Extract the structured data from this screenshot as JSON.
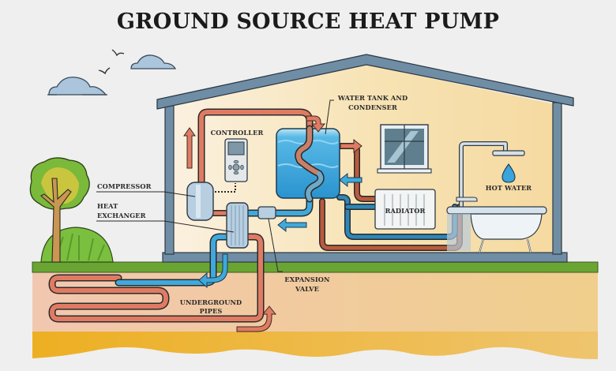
{
  "title": "GROUND SOURCE HEAT PUMP",
  "labels": {
    "water_tank_line1": "WATER TANK AND",
    "water_tank_line2": "CONDENSER",
    "controller": "CONTROLLER",
    "compressor": "COMPRESSOR",
    "heat_exchanger_line1": "HEAT",
    "heat_exchanger_line2": "EXCHANGER",
    "radiator": "RADIATOR",
    "hot_water": "HOT WATER",
    "expansion_valve_line1": "EXPANSION",
    "expansion_valve_line2": "VALVE",
    "underground_pipes_line1": "UNDERGROUND",
    "underground_pipes_line2": "PIPES"
  },
  "colors": {
    "hot_pipe": "#e07b63",
    "cold_pipe": "#3fa9dc",
    "house_frame": "#6f8ea5",
    "grass": "#6aa534",
    "soil": "#f0c8a6",
    "bedrock": "#ecb02c",
    "water": "#3aa4dc",
    "sky_bg": "#efefef"
  }
}
